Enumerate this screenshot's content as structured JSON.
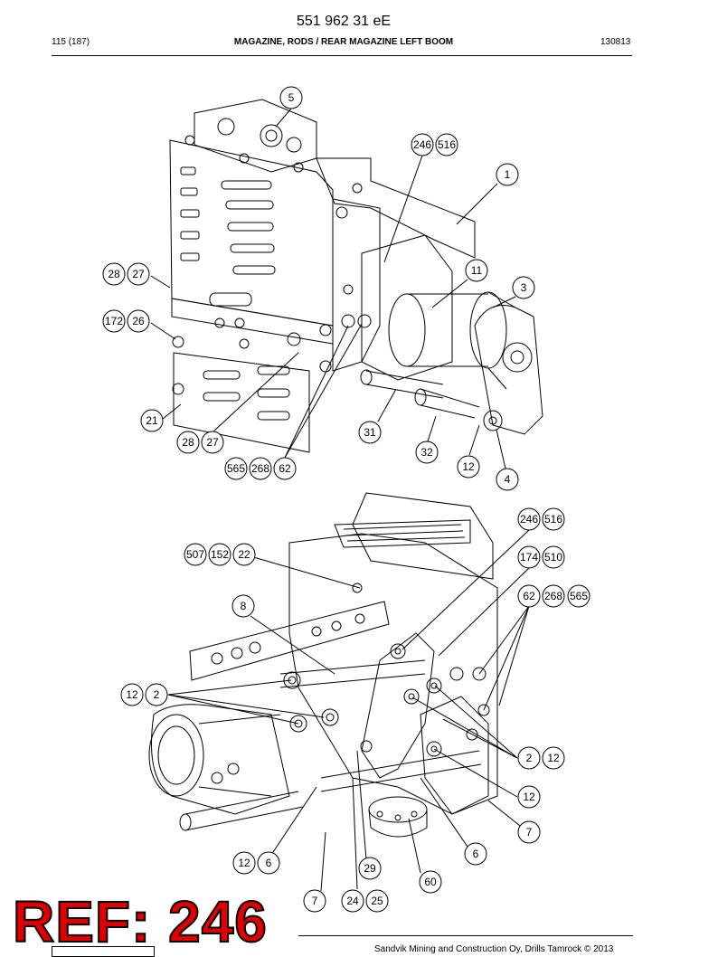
{
  "header": {
    "document_number": "551 962 31 eE",
    "page": "115 (187)",
    "title": "MAGAZINE, RODS / REAR MAGAZINE LEFT BOOM",
    "date_code": "130813"
  },
  "stamp": {
    "text": "REF: 246",
    "color": "#e00000"
  },
  "footer": {
    "text": "Sandvik Mining and Construction Oy, Drills Tamrock © 2013"
  },
  "callouts": {
    "upper": [
      "5",
      "246",
      "516",
      "1",
      "11",
      "3",
      "28",
      "27",
      "172",
      "26",
      "21",
      "28",
      "27",
      "31",
      "32",
      "565",
      "268",
      "62",
      "12",
      "4"
    ],
    "lower": [
      "246",
      "516",
      "174",
      "510",
      "62",
      "268",
      "565",
      "507",
      "152",
      "22",
      "8",
      "12",
      "2",
      "2",
      "12",
      "12",
      "7",
      "6",
      "12",
      "6",
      "29",
      "60",
      "7",
      "24",
      "25"
    ]
  }
}
